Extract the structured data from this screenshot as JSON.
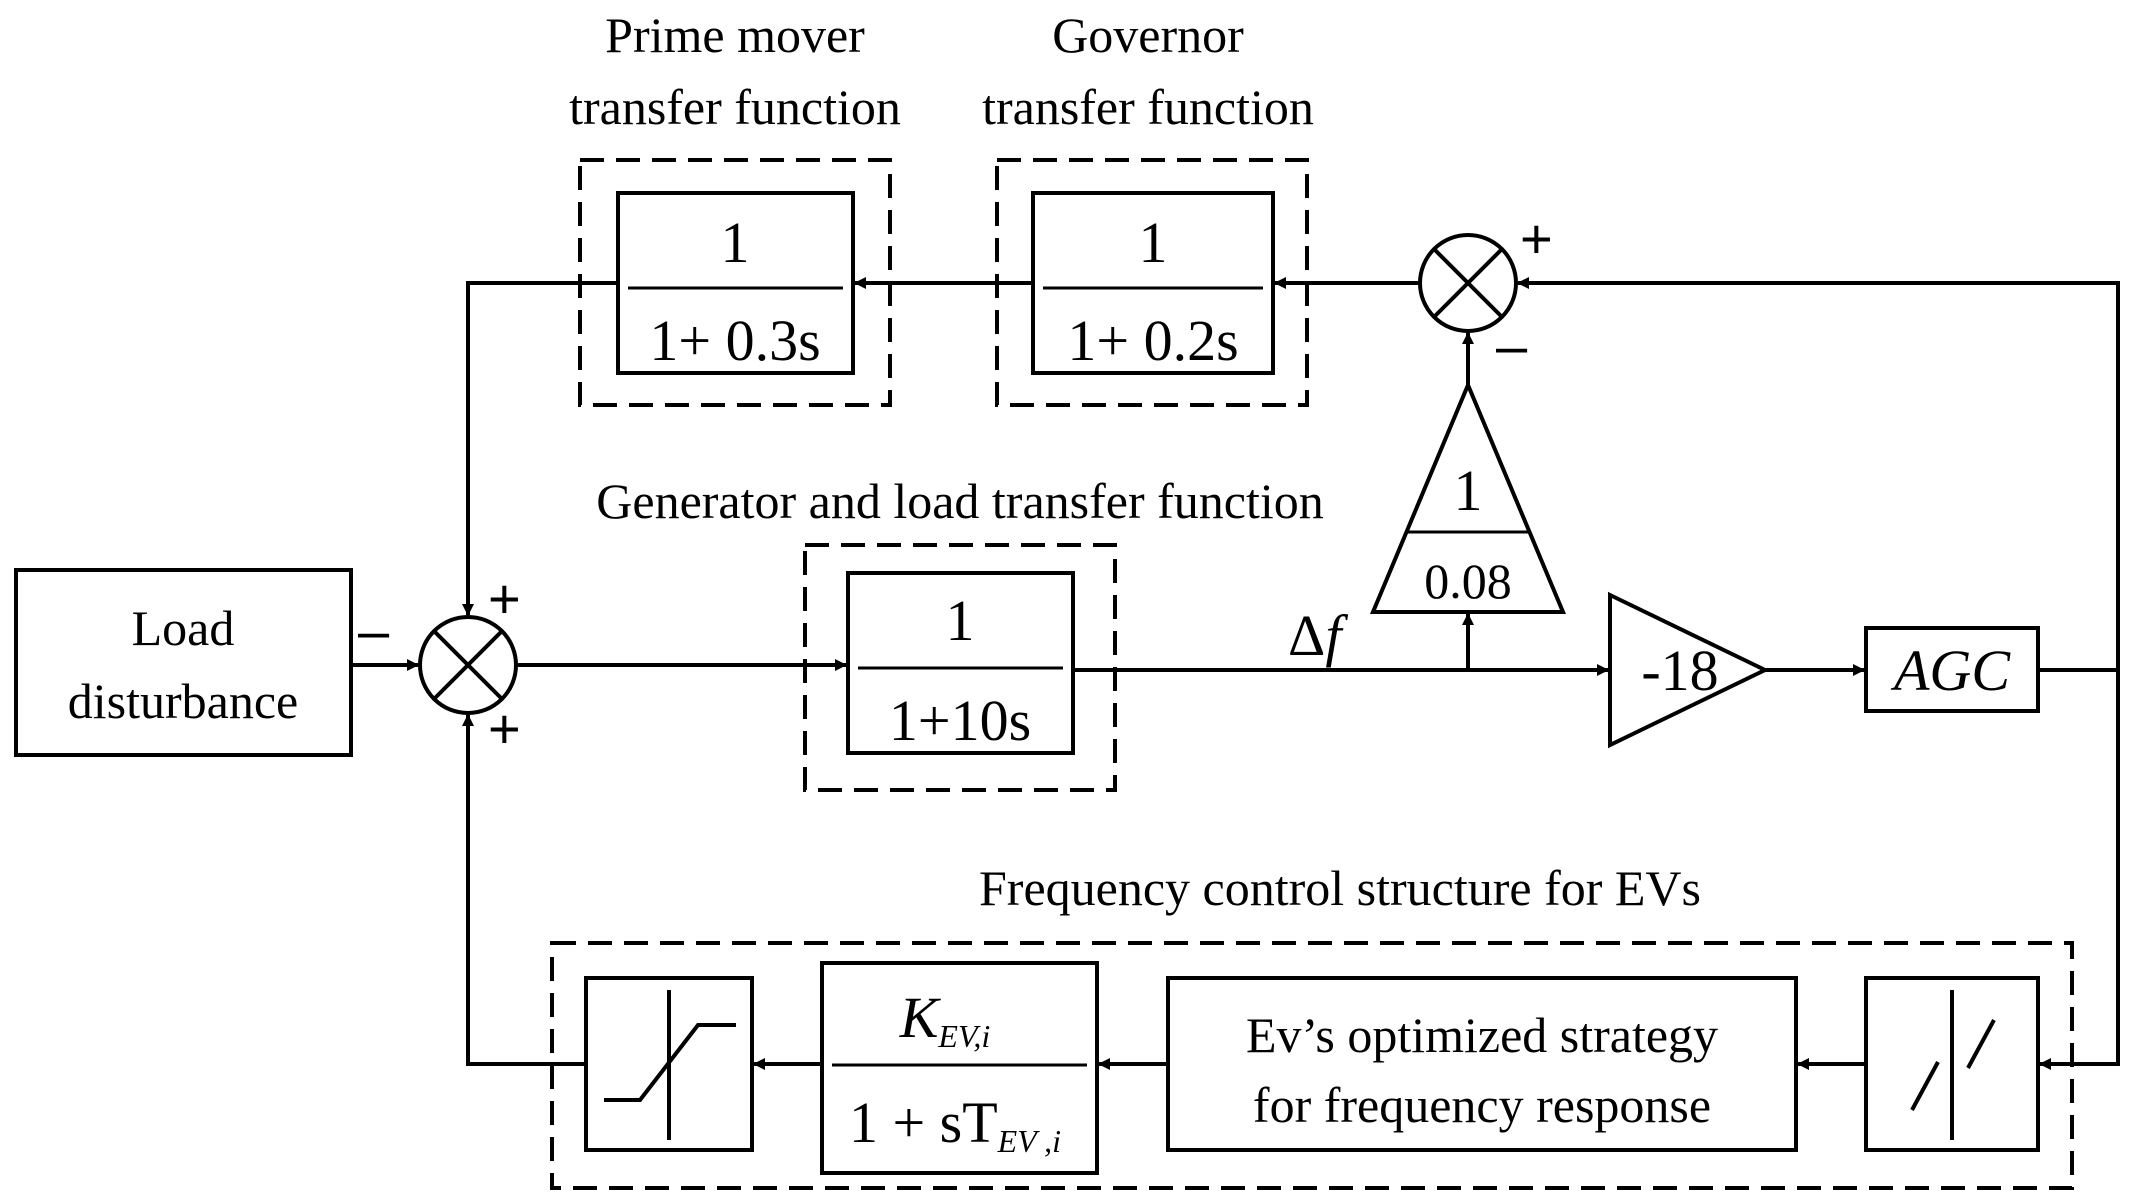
{
  "labels": {
    "prime_mover_line1": "Prime mover",
    "prime_mover_line2": "transfer function",
    "governor_line1": "Governor",
    "governor_line2": "transfer function",
    "generator_load": "Generator and load transfer function",
    "ev_structure": "Frequency control structure for EVs"
  },
  "blocks": {
    "load_disturbance_line1": "Load",
    "load_disturbance_line2": "disturbance",
    "prime_mover_num": "1",
    "prime_mover_den": "1+ 0.3s",
    "governor_num": "1",
    "governor_den": "1+ 0.2s",
    "generator_num": "1",
    "generator_den": "1+10s",
    "droop_num": "1",
    "droop_den": "0.08",
    "gain": "-18",
    "agc": "AGC",
    "ev_tf_num": "K",
    "ev_tf_num_sub": "EV,i",
    "ev_tf_den": "1 + sT",
    "ev_tf_den_sub": "EV ,i",
    "ev_strategy_line1": "Ev’s optimized strategy",
    "ev_strategy_line2": "for  frequency response"
  },
  "signals": {
    "delta_f": "Δf"
  },
  "signs": {
    "sum_top_plus": "+",
    "sum_top_minus": "–",
    "sum_main_plus_top": "+",
    "sum_main_minus_left": "–",
    "sum_main_plus_bottom": "+"
  }
}
